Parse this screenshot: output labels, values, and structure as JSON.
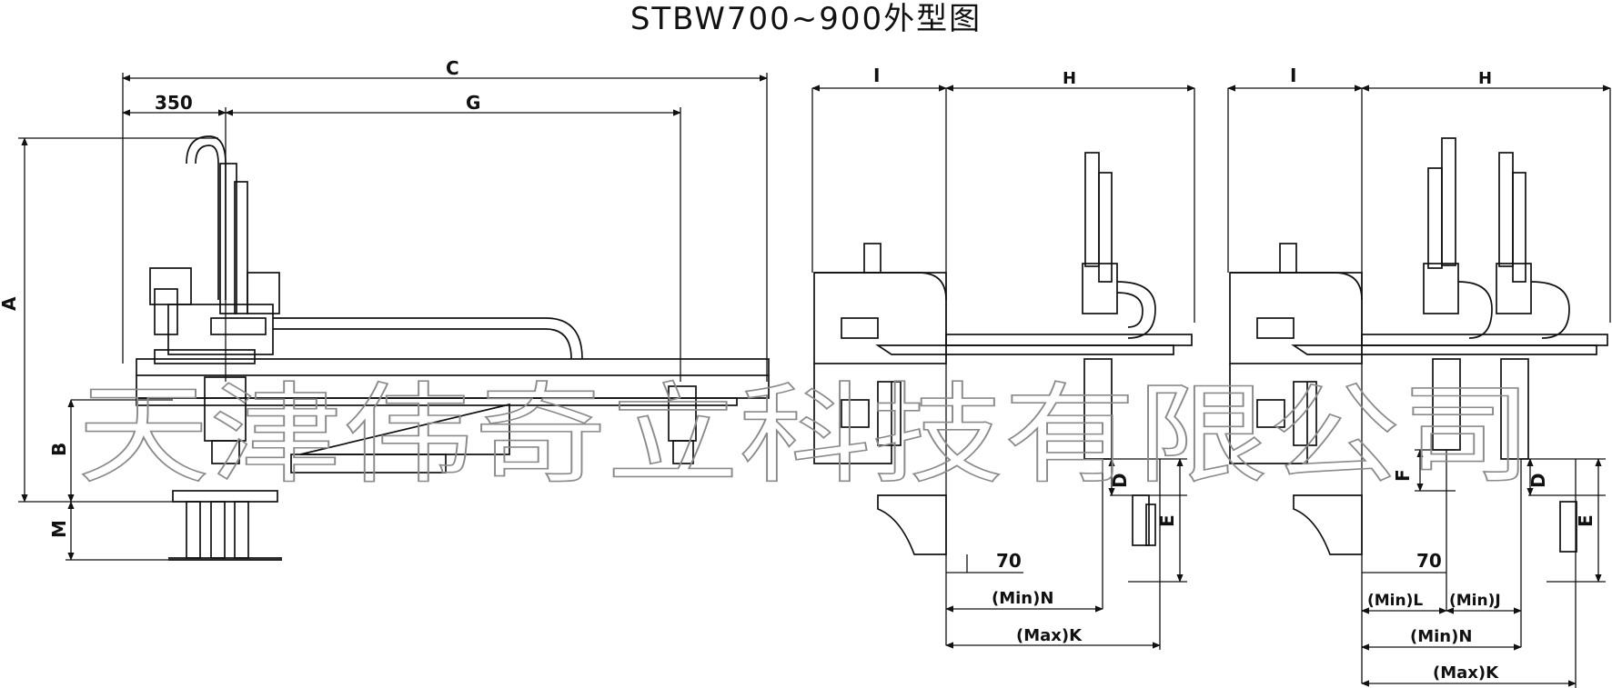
{
  "title": "STBW700~900外型图",
  "watermark": "天津伟奇立科技有限公司",
  "colors": {
    "line": "#111111",
    "watermark": "#8a8a8a",
    "background": "#ffffff"
  },
  "left_view": {
    "dims": {
      "C": "C",
      "d350": "350",
      "G": "G",
      "A": "A",
      "B": "B",
      "M": "M"
    }
  },
  "middle_view": {
    "dims": {
      "I": "I",
      "H": "H",
      "D": "D",
      "E": "E",
      "d70": "70",
      "minN": "(Min)N",
      "maxK": "(Max)K"
    }
  },
  "right_view": {
    "dims": {
      "I": "I",
      "H": "H",
      "D": "D",
      "E": "E",
      "F": "F",
      "d70": "70",
      "minL": "(Min)L",
      "minJ": "(Min)J",
      "minN": "(Min)N",
      "maxK": "(Max)K"
    }
  }
}
